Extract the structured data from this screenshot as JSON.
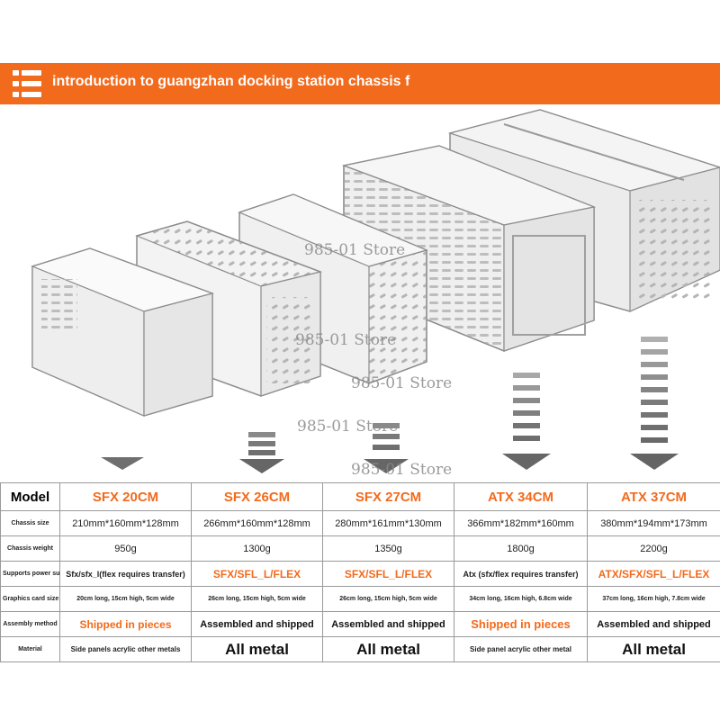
{
  "banner": {
    "title": "introduction to guangzhan docking station chassis f",
    "accent_color": "#f26a1c",
    "icon": "menu-list-icon"
  },
  "watermarks": [
    "985-01 Store",
    "985-01 Store",
    "985-01 Store",
    "985-01 Store",
    "985-01 Store"
  ],
  "table": {
    "header_label": "Model",
    "models": [
      "SFX 20CM",
      "SFX 26CM",
      "SFX 27CM",
      "ATX 34CM",
      "ATX 37CM"
    ],
    "rows": [
      {
        "label": "Chassis size",
        "cells": [
          "210mm*160mm*128mm",
          "266mm*160mm*128mm",
          "280mm*161mm*130mm",
          "366mm*182mm*160mm",
          "380mm*194mm*173mm"
        ]
      },
      {
        "label": "Chassis weight",
        "cells": [
          "950g",
          "1300g",
          "1350g",
          "1800g",
          "2200g"
        ]
      },
      {
        "label": "Supports power supply",
        "cells": [
          "Sfx/sfx_l(flex requires transfer)",
          "SFX/SFL_L/FLEX",
          "SFX/SFL_L/FLEX",
          "Atx (sfx/flex requires transfer)",
          "ATX/SFX/SFL_L/FLEX"
        ]
      },
      {
        "label": "Graphics card size",
        "cells": [
          "20cm long, 15cm high, 5cm wide",
          "26cm long, 15cm high, 5cm wide",
          "26cm long, 15cm high, 5cm wide",
          "34cm long, 16cm high, 6.8cm wide",
          "37cm long, 16cm high, 7.8cm wide"
        ]
      },
      {
        "label": "Assembly method",
        "cells": [
          "Shipped in pieces",
          "Assembled and shipped",
          "Assembled and shipped",
          "Shipped in pieces",
          "Assembled and shipped"
        ]
      },
      {
        "label": "Material",
        "cells": [
          "Side panels acrylic other metals",
          "All metal",
          "All metal",
          "Side panel acrylic other metal",
          "All metal"
        ]
      }
    ]
  }
}
